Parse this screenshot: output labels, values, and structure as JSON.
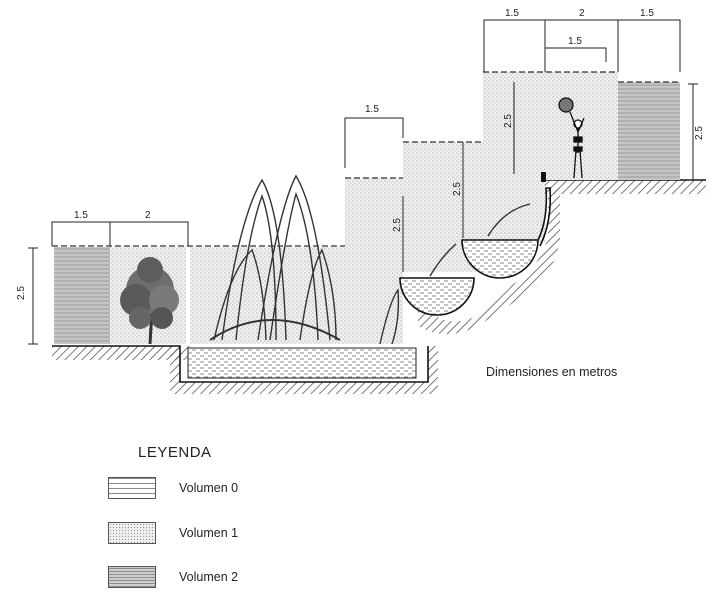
{
  "dimensions": {
    "left_width_a": "1.5",
    "left_width_b": "2",
    "left_height": "2.5",
    "mid_width": "1.5",
    "mid_height": "2.5",
    "upper_height": "2.5",
    "top_width_a": "1.5",
    "top_width_b": "2",
    "top_width_c": "1.5",
    "top_inner_width": "1.5",
    "right_height": "2.5"
  },
  "units_note": "Dimensiones en metros",
  "legend": {
    "title": "LEYENDA",
    "items": [
      {
        "label": "Volumen 0",
        "pattern": "dashed-dots"
      },
      {
        "label": "Volumen 1",
        "pattern": "fine-stipple"
      },
      {
        "label": "Volumen 2",
        "pattern": "dense-horizontal-stripes"
      }
    ]
  }
}
